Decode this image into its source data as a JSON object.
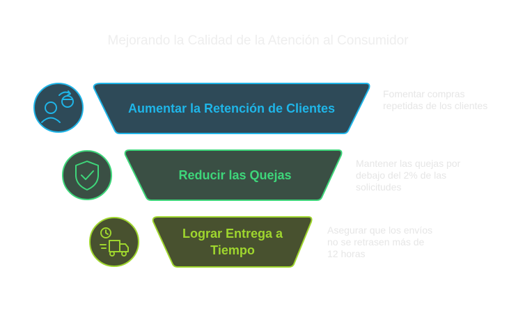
{
  "title": "Mejorando la Calidad de la Atención al Consumidor",
  "levels": [
    {
      "label": "Aumentar la Retención de Clientes",
      "description": [
        "Fomentar compras",
        "repetidas de los clientes"
      ],
      "icon": "customer-retention-icon",
      "accent": "#1fb5e8",
      "fill": "#2e4a58"
    },
    {
      "label": "Reducir las Quejas",
      "description": [
        "Mantener las quejas por",
        "debajo del 2% de las",
        "solicitudes"
      ],
      "icon": "shield-check-icon",
      "accent": "#3ed67a",
      "fill": "#3a4f44"
    },
    {
      "label_lines": [
        "Lograr Entrega a",
        "Tiempo"
      ],
      "description": [
        "Asegurar que los envíos",
        "no se retrasen más de",
        "12 horas"
      ],
      "icon": "delivery-truck-clock-icon",
      "accent": "#9fd62e",
      "fill": "#48512f"
    }
  ]
}
